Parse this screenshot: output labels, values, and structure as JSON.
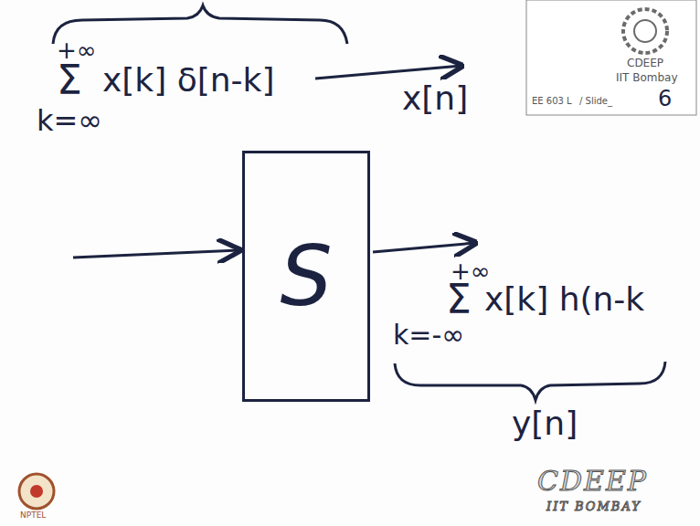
{
  "diagram": {
    "nodes": [
      {
        "text": [
          "S"
        ]
      }
    ],
    "labels": [
      "+∞",
      "Σ",
      "x[k] δ[n-k]",
      "k=∞",
      "x[n]",
      "+∞",
      "Σ",
      "x[k] h(n-k",
      "k=-∞",
      "y[n]",
      "CDEEP",
      "IIT Bombay",
      "EE 603 L",
      "/ Slide_",
      "6",
      "CDEEP",
      "IIT BOMBAY",
      "NPTEL"
    ]
  }
}
